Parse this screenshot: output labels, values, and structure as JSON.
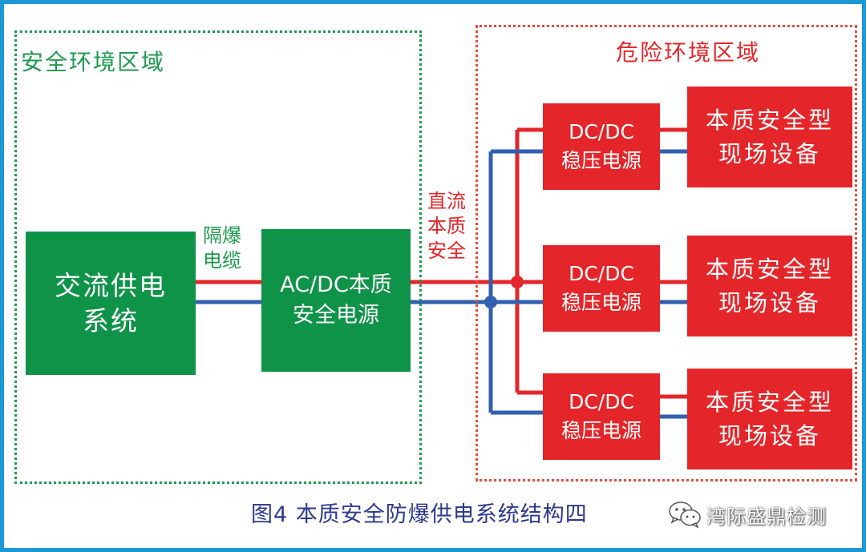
{
  "zones": {
    "safe": "安全环境区域",
    "danger": "危险环境区域"
  },
  "boxes": {
    "ac_supply": [
      "交流供电",
      "系统"
    ],
    "acdc": [
      "AC/DC本质",
      "安全电源"
    ],
    "dcdc": [
      [
        "DC/DC",
        "稳压电源"
      ],
      [
        "DC/DC",
        "稳压电源"
      ],
      [
        "DC/DC",
        "稳压电源"
      ]
    ],
    "devices": [
      [
        "本质安全型",
        "现场设备"
      ],
      [
        "本质安全型",
        "现场设备"
      ],
      [
        "本质安全型",
        "现场设备"
      ]
    ]
  },
  "labels": {
    "cable": [
      "隔爆",
      "电缆"
    ],
    "dc_link": [
      "直流",
      "本质",
      "安全"
    ]
  },
  "caption": "图4 本质安全防爆供电系统结构四",
  "watermark": {
    "icon": "wechat-icon",
    "text": "湾际盛鼎检测"
  },
  "colors": {
    "frame": "#1c98d4",
    "safe_zone": "#1d9a4f",
    "safe_box": "#0f9348",
    "danger_zone": "#e84b3c",
    "danger_box": "#e4262a",
    "positive_wire": "#e4262a",
    "negative_wire": "#3060ae",
    "caption": "#2b3990"
  }
}
